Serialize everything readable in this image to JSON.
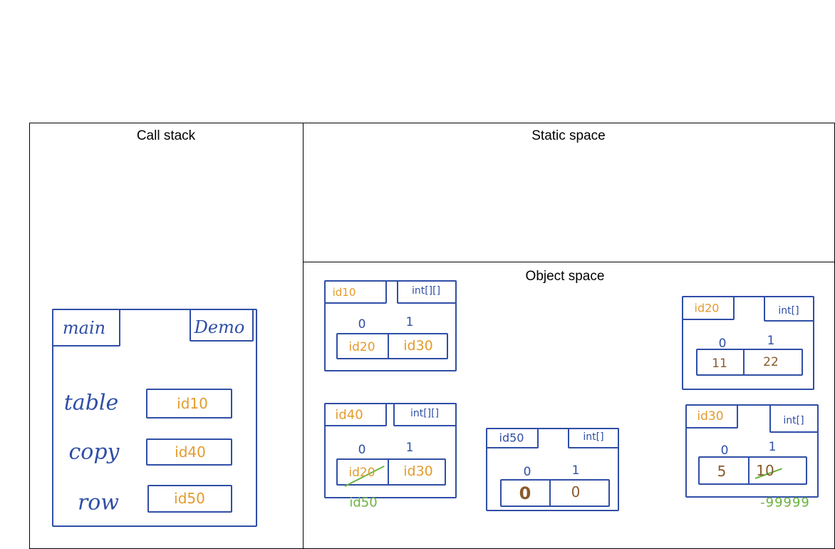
{
  "sections": {
    "call_stack": "Call stack",
    "static_space": "Static space",
    "object_space": "Object space"
  },
  "frame": {
    "method": "main",
    "class": "Demo",
    "variables": [
      {
        "name": "table",
        "value": "id10"
      },
      {
        "name": "copy",
        "value": "id40"
      },
      {
        "name": "row",
        "value": "id50"
      }
    ]
  },
  "objects": {
    "id10": {
      "id": "id10",
      "type": "int[][]",
      "indices": [
        "0",
        "1"
      ],
      "cells": [
        "id20",
        "id30"
      ]
    },
    "id40": {
      "id": "id40",
      "type": "int[][]",
      "indices": [
        "0",
        "1"
      ],
      "cells": [
        "id20",
        "id30"
      ],
      "new_value": "id50"
    },
    "id50": {
      "id": "id50",
      "type": "int[]",
      "indices": [
        "0",
        "1"
      ],
      "cells": [
        "0",
        "0"
      ]
    },
    "id20": {
      "id": "id20",
      "type": "int[]",
      "indices": [
        "0",
        "1"
      ],
      "cells": [
        "11",
        "22"
      ]
    },
    "id30": {
      "id": "id30",
      "type": "int[]",
      "indices": [
        "0",
        "1"
      ],
      "cells": [
        "5",
        "10"
      ],
      "new_value": "-99999"
    }
  },
  "colors": {
    "ink": "#2f4ea6",
    "reference": "#e39b2c",
    "primitive": "#8a5a2b",
    "update": "#6cb33f"
  }
}
